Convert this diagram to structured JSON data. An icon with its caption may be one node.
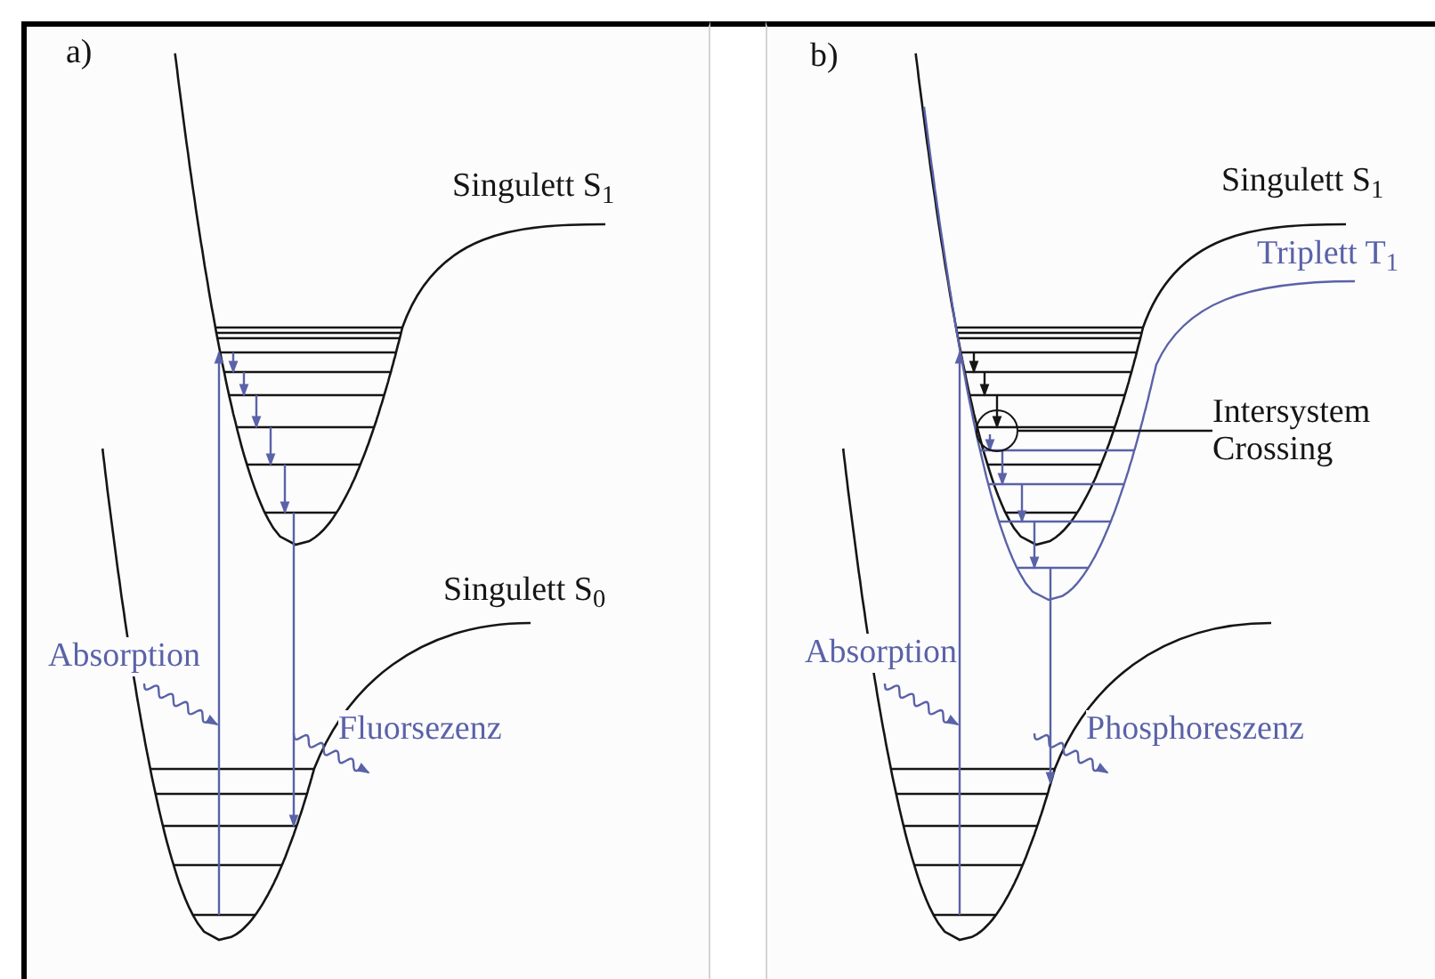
{
  "diagram": {
    "nodes": [
      {
        "text": [
          "a)"
        ]
      },
      {
        "text": [
          "b)"
        ]
      },
      {
        "text": [],
        "shape": "circle",
        "in": 1
      },
      {
        "text": [
          "Intersystem Crossing"
        ],
        "in": 1
      }
    ],
    "edges": [
      {
        "from": 3,
        "to": 2,
        "arrow": "none"
      }
    ],
    "labels": [
      "Singulett S$_{1}$",
      "Singulett S$_{0}$",
      "Absorption",
      "Fluorsezenz",
      "Singulett S$_{1}$",
      "Triplett T$_{1}$",
      "Absorption",
      "Phosphoreszenz"
    ]
  }
}
